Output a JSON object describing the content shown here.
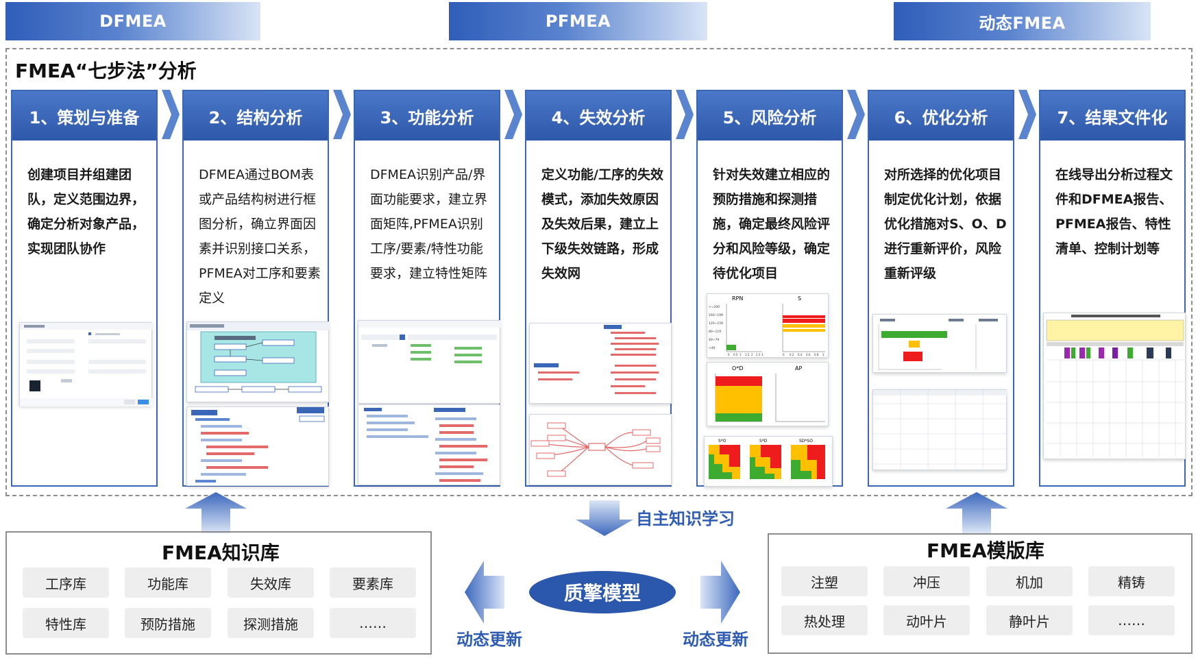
{
  "tabs": [
    "DFMEA",
    "PFMEA",
    "动态FMEA"
  ],
  "main_title": "FMEA“七步法”分析",
  "steps": [
    {
      "title": "1、策划与准备",
      "desc": "创建项目并组建团队，定义范围边界，确定分析对象产品，实现团队协作"
    },
    {
      "title": "2、结构分析",
      "desc": "DFMEA通过BOM表或产品结构树进行框图分析，确立界面因素并识别接口关系，PFMEA对工序和要素定义"
    },
    {
      "title": "3、功能分析",
      "desc": "DFMEA识别产品/界面功能要求，建立界面矩阵,PFMEA识别工序/要素/特性功能要求，建立特性矩阵"
    },
    {
      "title": "4、失效分析",
      "desc": "定义功能/工序的失效模式，添加失效原因及失效后果，建立上下级失效链路，形成失效网"
    },
    {
      "title": "5、风险分析",
      "desc": "针对失效建立相应的预防措施和探测措施，确定最终风险评分和风险等级，确定待优化项目"
    },
    {
      "title": "6、优化分析",
      "desc": "对所选择的优化项目制定优化计划，依据优化措施对S、O、D进行重新评价，风险重新评级"
    },
    {
      "title": "7、结果文件化",
      "desc": "在线导出分析过程文件和DFMEA报告、PFMEA报告、特性清单、控制计划等"
    }
  ],
  "knowledge": {
    "title": "FMEA知识库",
    "items": [
      "工序库",
      "功能库",
      "失效库",
      "要素库",
      "特性库",
      "预防措施",
      "探测措施",
      "……"
    ]
  },
  "template": {
    "title": "FMEA模版库",
    "items": [
      "注塑",
      "冲压",
      "机加",
      "精铸",
      "热处理",
      "动叶片",
      "静叶片",
      "……"
    ]
  },
  "center": {
    "core": "质擎模型",
    "learn": "自主知识学习",
    "left_update": "动态更新",
    "right_update": "动态更新"
  },
  "charts": {
    "rpn": "RPN",
    "s": "S",
    "od": "O*D",
    "ap": "AP",
    "so": "S*O",
    "sd": "S*D",
    "sdso": "SD*SO",
    "rpn_ticks": [
      ">=200",
      "160~199",
      "120~159",
      "80~119",
      "40~79",
      "<40"
    ],
    "axis_ticks": [
      "0",
      "0.5",
      "1",
      "1.5",
      "2",
      "2.5",
      "3"
    ],
    "s_ticks": [
      "0",
      "0.2",
      "0.4",
      "0.6",
      "0.8",
      "1"
    ]
  },
  "colors": {
    "accent": "#2f5db8",
    "risk_red": "#ee1c1c",
    "risk_yellow": "#ffc000",
    "risk_green": "#3dab2f"
  }
}
